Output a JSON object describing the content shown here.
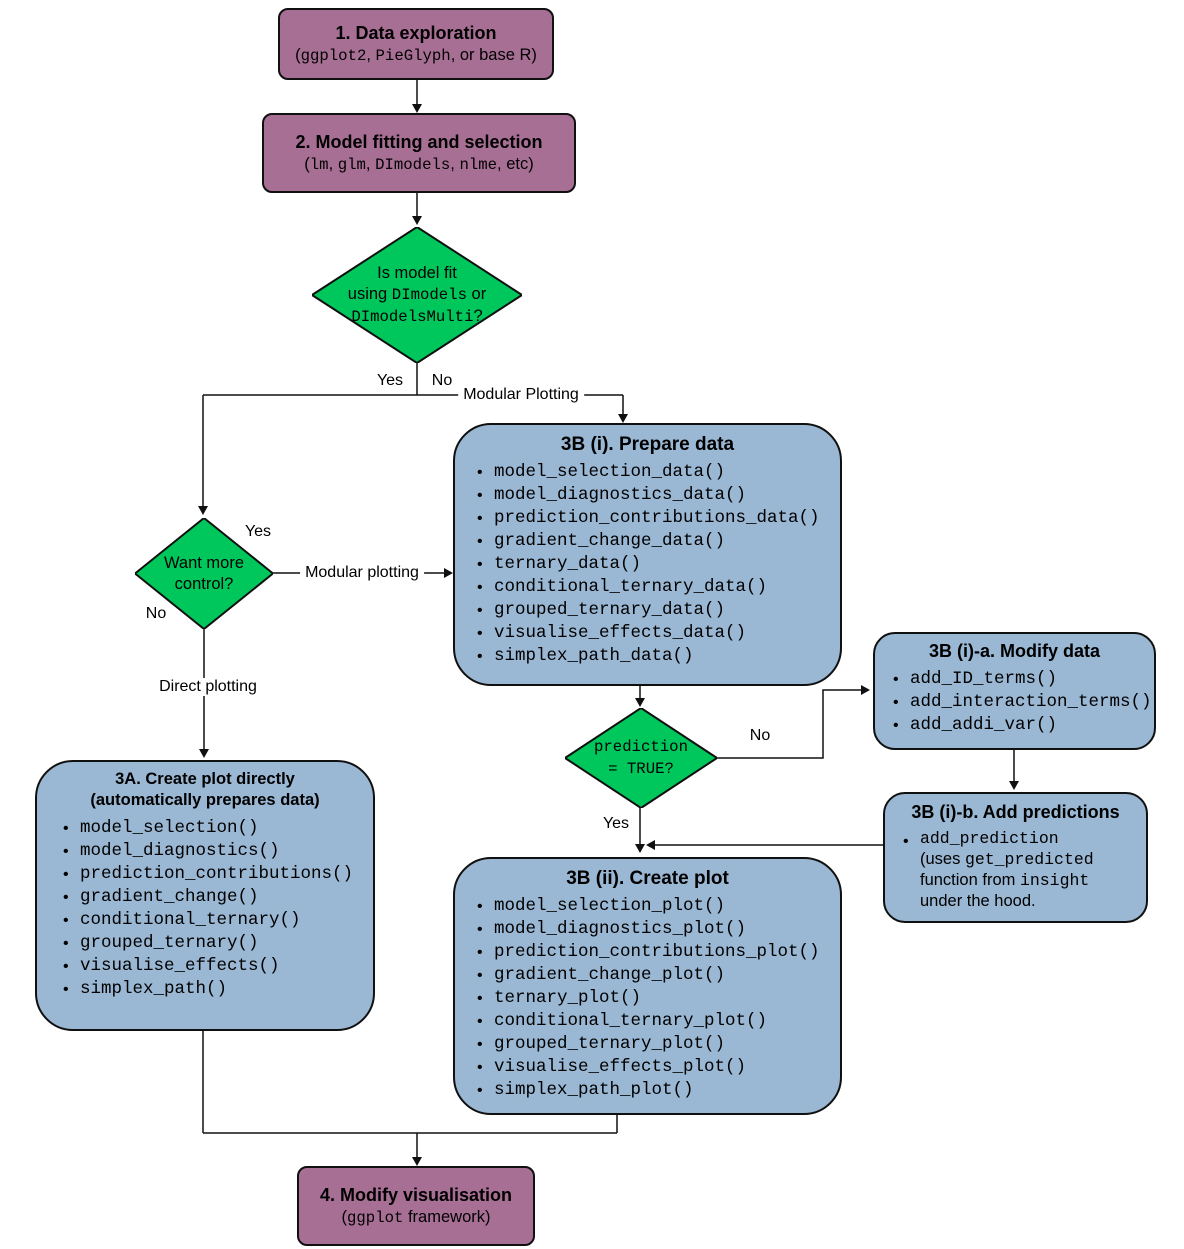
{
  "colors": {
    "purple": "#a86f95",
    "blue": "#9ab7d3",
    "green": "#00c75c",
    "line": "#101010"
  },
  "nodes": {
    "step1": {
      "title": "1. Data exploration",
      "subtitle": [
        [
          {
            "t": "("
          },
          {
            "t": "ggplot2",
            "m": true
          },
          {
            "t": ", "
          },
          {
            "t": "PieGlyph",
            "m": true
          },
          {
            "t": ", or base R)"
          }
        ]
      ]
    },
    "step2": {
      "title": "2. Model fitting and selection",
      "subtitle": [
        [
          {
            "t": "("
          },
          {
            "t": "lm",
            "m": true
          },
          {
            "t": ", "
          },
          {
            "t": "glm",
            "m": true
          },
          {
            "t": ", "
          },
          {
            "t": "DImodels",
            "m": true
          },
          {
            "t": ", "
          },
          {
            "t": "nlme",
            "m": true
          },
          {
            "t": ", etc)"
          }
        ]
      ]
    },
    "decision_model": {
      "lines": [
        [
          "Is model fit"
        ],
        [
          {
            "t": "using "
          },
          {
            "t": "DImodels",
            "m": true
          },
          {
            "t": " or"
          }
        ],
        [
          {
            "t": "DImodelsMulti",
            "m": true
          },
          {
            "t": "?"
          }
        ]
      ]
    },
    "decision_control": {
      "lines": [
        [
          "Want more"
        ],
        [
          "control?"
        ]
      ]
    },
    "decision_prediction": {
      "lines": [
        [
          {
            "t": "prediction",
            "m": true
          }
        ],
        [
          {
            "t": "= TRUE?",
            "m": true
          }
        ]
      ]
    },
    "prepare_data": {
      "title": "3B (i). Prepare data",
      "items": [
        "model_selection_data()",
        "model_diagnostics_data()",
        "prediction_contributions_data()",
        "gradient_change_data()",
        "ternary_data()",
        "conditional_ternary_data()",
        "grouped_ternary_data()",
        "visualise_effects_data()",
        "simplex_path_data()"
      ]
    },
    "modify_data": {
      "title": "3B (i)-a. Modify data",
      "items": [
        "add_ID_terms()",
        "add_interaction_terms()",
        "add_addi_var()"
      ]
    },
    "add_predictions": {
      "title": "3B (i)-b. Add predictions",
      "body": [
        [
          {
            "t": "add_prediction",
            "m": true
          }
        ],
        [
          {
            "t": "(uses "
          },
          {
            "t": "get_predicted",
            "m": true
          }
        ],
        [
          {
            "t": "function from "
          },
          {
            "t": "insight",
            "m": true
          }
        ],
        [
          {
            "t": "under the hood."
          }
        ]
      ]
    },
    "create_plot_directly": {
      "title_lines": [
        "3A. Create plot directly",
        "(automatically prepares data)"
      ],
      "items": [
        "model_selection()",
        "model_diagnostics()",
        "prediction_contributions()",
        "gradient_change()",
        "conditional_ternary()",
        "grouped_ternary()",
        "visualise_effects()",
        "simplex_path()"
      ]
    },
    "create_plot": {
      "title": "3B (ii). Create plot",
      "items": [
        "model_selection_plot()",
        "model_diagnostics_plot()",
        "prediction_contributions_plot()",
        "gradient_change_plot()",
        "ternary_plot()",
        "conditional_ternary_plot()",
        "grouped_ternary_plot()",
        "visualise_effects_plot()",
        "simplex_path_plot()"
      ]
    },
    "step4": {
      "title": "4. Modify visualisation",
      "subtitle": [
        [
          {
            "t": "("
          },
          {
            "t": "ggplot",
            "m": true
          },
          {
            "t": " framework)"
          }
        ]
      ]
    }
  },
  "edge_labels": {
    "yes1": "Yes",
    "no1": "No",
    "modular_plotting_top": "Modular Plotting",
    "yes2": "Yes",
    "modular_plotting_mid": "Modular plotting",
    "no2": "No",
    "direct_plotting": "Direct plotting",
    "no3": "No",
    "yes3": "Yes"
  }
}
